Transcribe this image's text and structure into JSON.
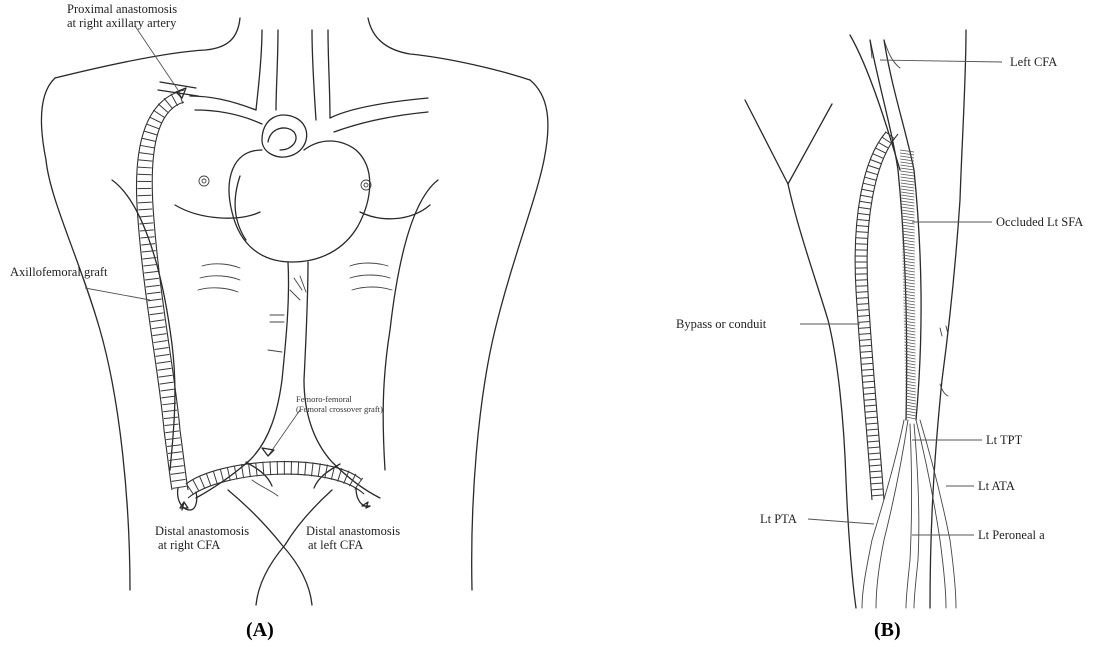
{
  "panel_a": {
    "caption": "(A)",
    "labels": {
      "proximal_line1": "Proximal anastomosis",
      "proximal_line2": "at right axillary artery",
      "axillofemoral": "Axillofemoral graft",
      "femfem_line1": "Femoro-femoral",
      "femfem_line2": "(Femoral crossover graft)",
      "distal_right_line1": "Distal anastomosis",
      "distal_right_line2": "at right CFA",
      "distal_left_line1": "Distal anastomosis",
      "distal_left_line2": "at left CFA"
    }
  },
  "panel_b": {
    "caption": "(B)",
    "labels": {
      "left_cfa": "Left  CFA",
      "occluded_sfa": "Occluded Lt  SFA",
      "bypass": "Bypass or conduit",
      "tpt": "Lt TPT",
      "ata": "Lt ATA",
      "pta": "Lt PTA",
      "peroneal": "Lt Peroneal a"
    }
  }
}
